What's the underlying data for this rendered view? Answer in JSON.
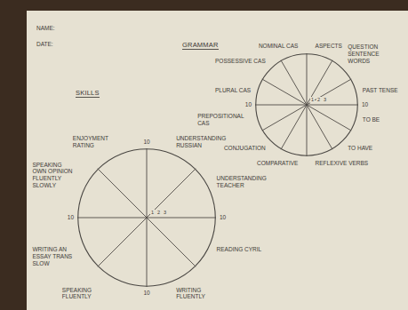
{
  "diagram": {
    "nodes": [
      {
        "text": [
          "SKILLS"
        ]
      },
      {
        "text": [
          "GRAMMAR"
        ]
      }
    ],
    "labels": [
      "NAME:",
      "DATE:",
      "UNDERSTANDING RUSSIAN",
      "UNDERSTANDING TEACHER",
      "READING CYRIL",
      "WRITING FLUENTLY",
      "SPEAKING FLUENTLY",
      "WRITING AN ESSAY TRANS SLOW",
      "SPEAKING OWN OPINION FLUENTLY SLOWLY",
      "ENJOYMENT RATING",
      "10",
      "10",
      "10",
      "10",
      "1",
      "2",
      "3",
      "ASPECTS",
      "QUESTION SENTENCE WORDS",
      "PAST TENSE",
      "TO BE",
      "TO HAVE",
      "REFLEXIVE VERBS",
      "COMPARATIVE",
      "CONJUGATION",
      "PREPOSITIONAL CAS",
      "PLURAL CAS",
      "POSSESSIVE CAS",
      "NOMINAL CAS",
      "10",
      "10",
      "1",
      "2",
      "3"
    ]
  }
}
